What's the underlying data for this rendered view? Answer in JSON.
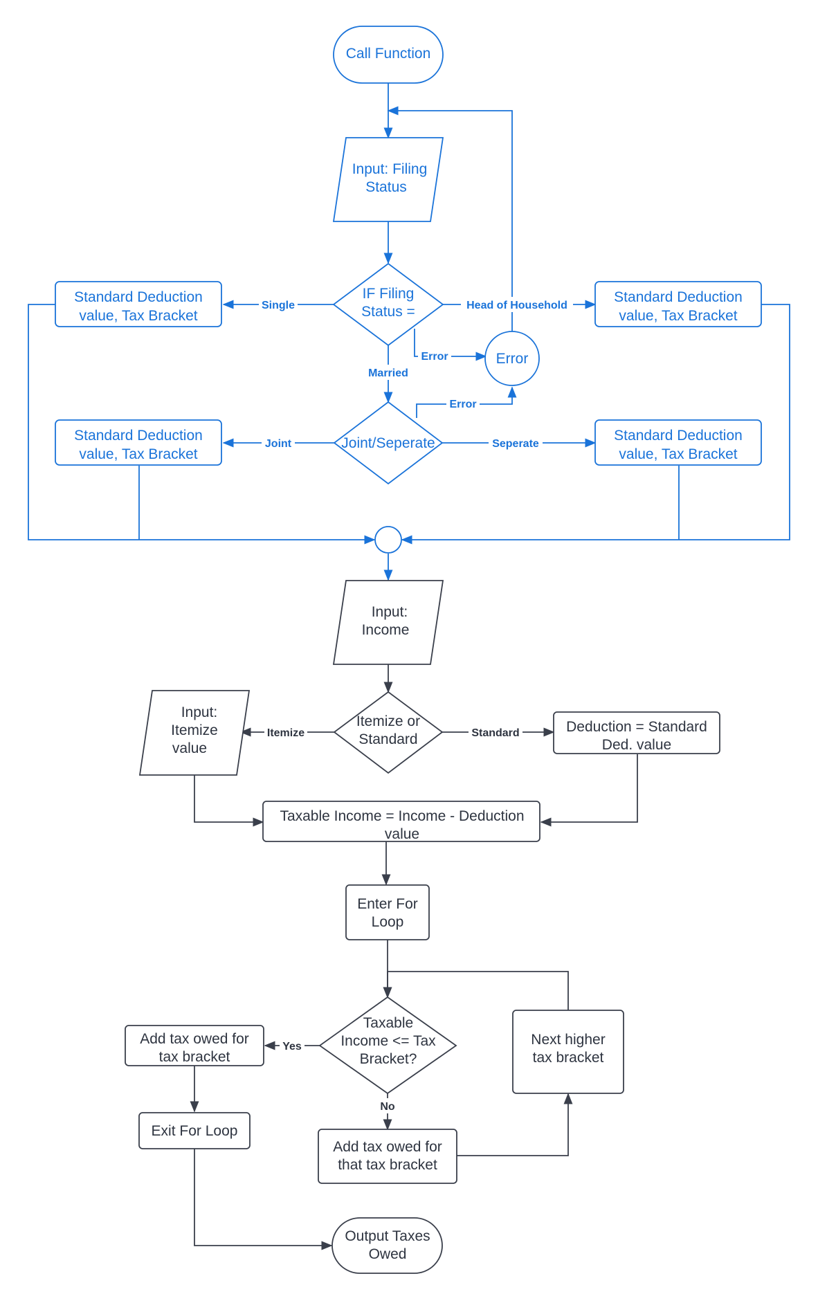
{
  "colors": {
    "blue": "#1a73d9",
    "dark": "#3a3f4b",
    "background": "#ffffff"
  },
  "nodes": {
    "call_function": [
      "Call Function"
    ],
    "input_filing": [
      "Input: Filing",
      "Status"
    ],
    "if_filing": [
      "IF Filing",
      "Status ="
    ],
    "std_single": [
      "Standard Deduction",
      "value, Tax Bracket"
    ],
    "std_hoh": [
      "Standard Deduction",
      "value, Tax Bracket"
    ],
    "error": [
      "Error"
    ],
    "joint_sep": [
      "Joint/Seperate"
    ],
    "std_joint": [
      "Standard Deduction",
      "value, Tax Bracket"
    ],
    "std_sep": [
      "Standard Deduction",
      "value, Tax Bracket"
    ],
    "input_income": [
      "Input:",
      "Income"
    ],
    "itemize_std": [
      "Itemize or",
      "Standard"
    ],
    "input_itemize": [
      "Input:",
      "Itemize",
      "value"
    ],
    "deduction": [
      "Deduction = Standard",
      "Ded. value"
    ],
    "taxable": [
      "Taxable Income = Income - Deduction",
      "value"
    ],
    "for_loop": [
      "Enter For",
      "Loop"
    ],
    "taxable_check": [
      "Taxable",
      "Income <= Tax",
      "Bracket?"
    ],
    "add_tax_yes": [
      "Add tax owed for",
      "tax bracket"
    ],
    "next_higher": [
      "Next higher",
      "tax bracket"
    ],
    "exit_loop": [
      "Exit For Loop"
    ],
    "add_tax_no": [
      "Add tax owed for",
      "that tax bracket"
    ],
    "output": [
      "Output Taxes",
      "Owed"
    ]
  },
  "edge_labels": {
    "single": "Single",
    "head_of_household": "Head of Household",
    "married": "Married",
    "error1": "Error",
    "error2": "Error",
    "joint": "Joint",
    "seperate": "Seperate",
    "itemize": "Itemize",
    "standard": "Standard",
    "yes": "Yes",
    "no": "No"
  }
}
